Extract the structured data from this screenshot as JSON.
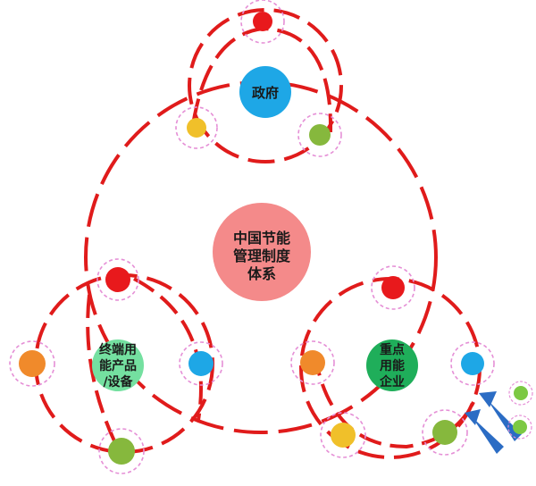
{
  "center": {
    "lines": [
      "中国节能",
      "管理制度",
      "体系"
    ],
    "color": "#f48a8a"
  },
  "hubs": {
    "government": {
      "label": "政府",
      "color": "#1ea7e6"
    },
    "end_products": {
      "lines": [
        "终端用",
        "能产品",
        "/设备"
      ],
      "color": "#74e0a0"
    },
    "key_enterprises": {
      "lines": [
        "重点",
        "用能",
        "企业"
      ],
      "color": "#1fae5a"
    }
  },
  "colors": {
    "ring_red": "#e01b1b",
    "halo_pink": "#e58fd6",
    "node_red": "#e8191c",
    "node_orange": "#f08a2b",
    "node_yellow": "#f0c02a",
    "node_olive": "#86b83d",
    "node_blue": "#1ea7e6",
    "node_lime": "#7cc943",
    "arrow_blue": "#2b6cc4"
  }
}
